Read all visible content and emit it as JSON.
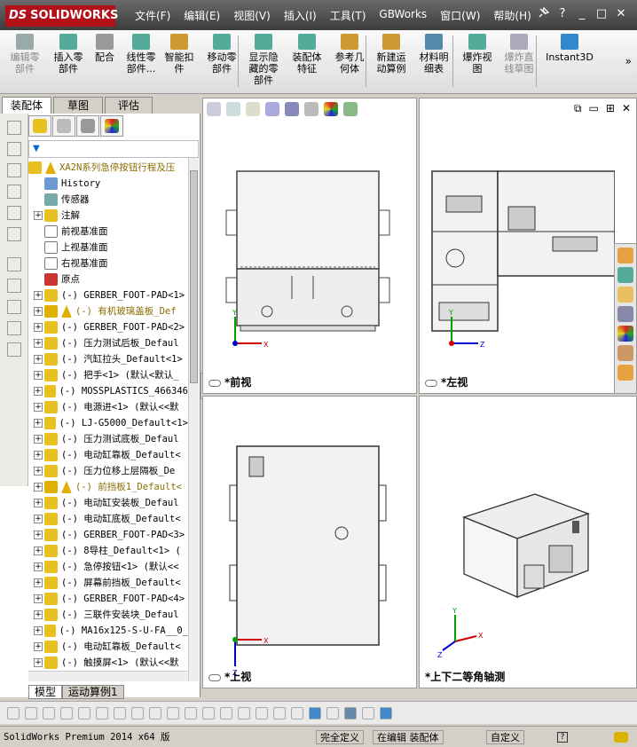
{
  "title_bar": {
    "logo_prefix": "DS",
    "logo_text": "SOLIDWORKS",
    "menus": [
      "文件(F)",
      "编辑(E)",
      "视图(V)",
      "插入(I)",
      "工具(T)",
      "GBWorks",
      "窗口(W)",
      "帮助(H)"
    ],
    "pin_icon": "pin-icon",
    "help_icon": "help-icon",
    "controls": [
      "_",
      "□",
      "✕"
    ]
  },
  "command_manager": {
    "items": [
      {
        "label": "编辑零\n部件",
        "disabled": true,
        "color": "#9aa"
      },
      {
        "label": "插入零\n部件",
        "disabled": false,
        "color": "#5a9"
      },
      {
        "label": "配合",
        "disabled": false,
        "color": "#999"
      },
      {
        "label": "线性零\n部件...",
        "disabled": false,
        "color": "#5a9"
      },
      {
        "label": "智能扣\n件",
        "disabled": false,
        "color": "#c93"
      },
      {
        "label": "移动零\n部件",
        "disabled": false,
        "color": "#5a9"
      },
      {
        "label": "显示隐\n藏的零\n部件",
        "disabled": false,
        "color": "#5a9"
      },
      {
        "label": "装配体\n特征",
        "disabled": false,
        "color": "#5a9"
      },
      {
        "label": "参考几\n何体",
        "disabled": false,
        "color": "#c93"
      },
      {
        "label": "新建运\n动算例",
        "disabled": false,
        "color": "#c93"
      },
      {
        "label": "材料明\n细表",
        "disabled": false,
        "color": "#58a"
      },
      {
        "label": "爆炸视\n图",
        "disabled": false,
        "color": "#5a9"
      },
      {
        "label": "爆炸直\n线草图",
        "disabled": true,
        "color": "#aab"
      },
      {
        "label": "Instant3D",
        "disabled": false,
        "color": "#38c"
      }
    ],
    "more": "»"
  },
  "left_panel": {
    "tabs": [
      "装配体",
      "草图",
      "评估"
    ],
    "filter_icon": "filter-icon",
    "root": "XA2N系列急停按钮行程及压",
    "tree": [
      {
        "label": "History",
        "type": "history",
        "expand": false
      },
      {
        "label": "传感器",
        "type": "sensor",
        "expand": false
      },
      {
        "label": "注解",
        "type": "annotation",
        "expand": true
      },
      {
        "label": "前视基准面",
        "type": "plane",
        "expand": false
      },
      {
        "label": "上视基准面",
        "type": "plane",
        "expand": false
      },
      {
        "label": "右视基准面",
        "type": "plane",
        "expand": false
      },
      {
        "label": "原点",
        "type": "origin",
        "expand": false
      },
      {
        "label": "(-) GERBER_FOOT-PAD<1>",
        "type": "part",
        "expand": true
      },
      {
        "label": "(-) 有机玻璃盖板_Def",
        "type": "warn",
        "expand": true
      },
      {
        "label": "(-) GERBER_FOOT-PAD<2>",
        "type": "part",
        "expand": true
      },
      {
        "label": "(-) 压力测试后板_Defaul",
        "type": "part",
        "expand": true
      },
      {
        "label": "(-) 汽缸拉头_Default<1>",
        "type": "part",
        "expand": true
      },
      {
        "label": "(-) 把手<1> (默认<默认_",
        "type": "part",
        "expand": true
      },
      {
        "label": "(-) MOSSPLASTICS_466346",
        "type": "part",
        "expand": true
      },
      {
        "label": "(-) 电源进<1> (默认<<默",
        "type": "part",
        "expand": true
      },
      {
        "label": "(-) LJ-G5000_Default<1>",
        "type": "part",
        "expand": true
      },
      {
        "label": "(-) 压力测试底板_Defaul",
        "type": "part",
        "expand": true
      },
      {
        "label": "(-) 电动缸靠板_Default<",
        "type": "part",
        "expand": true
      },
      {
        "label": "(-) 压力位移上层隔板_De",
        "type": "part",
        "expand": true
      },
      {
        "label": "(-) 前挡板1_Default<",
        "type": "warn",
        "expand": true
      },
      {
        "label": "(-) 电动缸安装板_Defaul",
        "type": "part",
        "expand": true
      },
      {
        "label": "(-) 电动缸底板_Default<",
        "type": "part",
        "expand": true
      },
      {
        "label": "(-) GERBER_FOOT-PAD<3>",
        "type": "part",
        "expand": true
      },
      {
        "label": "(-) 8导柱_Default<1> (",
        "type": "part",
        "expand": true
      },
      {
        "label": "(-) 急停按钮<1> (默认<<",
        "type": "part",
        "expand": true
      },
      {
        "label": "(-) 屏幕前挡板_Default<",
        "type": "part",
        "expand": true
      },
      {
        "label": "(-) GERBER_FOOT-PAD<4>",
        "type": "part",
        "expand": true
      },
      {
        "label": "(-) 三联件安装块_Defaul",
        "type": "part",
        "expand": true
      },
      {
        "label": "(-) MA16x125-S-U-FA__0_",
        "type": "part",
        "expand": true
      },
      {
        "label": "(-) 电动缸靠板_Default<",
        "type": "part",
        "expand": true
      },
      {
        "label": "(-) 触摸屏<1> (默认<<默",
        "type": "part",
        "expand": true
      }
    ],
    "bottom_tabs": [
      "模型",
      "运动算例1"
    ]
  },
  "viewports": {
    "front": {
      "label": "*前视"
    },
    "left": {
      "label": "*左视"
    },
    "top": {
      "label": "*上视"
    },
    "iso": {
      "label": "*上下二等角轴测"
    }
  },
  "status_bar": {
    "app": "SolidWorks Premium 2014 x64 版",
    "state": "完全定义",
    "mode": "在编辑 装配体",
    "units": "自定义"
  },
  "colors": {
    "title_bg": "#4a4a4a",
    "logo_red": "#b3111a",
    "part_icon": "#e8c020",
    "warning": "#e0b000",
    "axis_x": "#d00000",
    "axis_y": "#00a000",
    "axis_z": "#0000d0"
  }
}
